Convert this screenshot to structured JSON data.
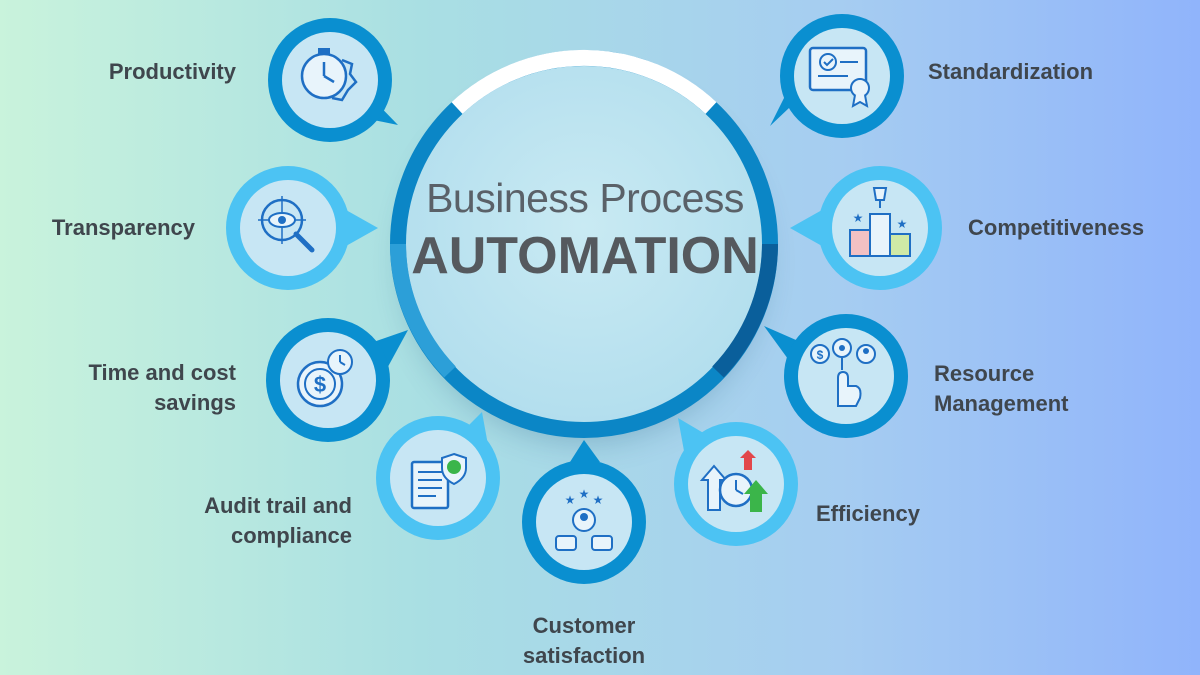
{
  "hub": {
    "title": "Business Process",
    "subtitle": "AUTOMATION"
  },
  "benefits": [
    {
      "label": "Productivity",
      "icon": "clock-gear-icon"
    },
    {
      "label": "Transparency",
      "icon": "eye-magnifier-icon"
    },
    {
      "label": "Time and cost savings",
      "line1": "Time and cost",
      "line2": "savings",
      "icon": "dollar-clock-icon"
    },
    {
      "label": "Audit trail and compliance",
      "line1": "Audit trail and",
      "line2": "compliance",
      "icon": "document-shield-icon"
    },
    {
      "label": "Customer satisfaction",
      "line1": "Customer",
      "line2": "satisfaction",
      "icon": "thumbs-up-customer-icon"
    },
    {
      "label": "Efficiency",
      "icon": "clock-growth-arrows-icon"
    },
    {
      "label": "Resource Management",
      "line1": "Resource",
      "line2": "Management",
      "icon": "hand-resources-icon"
    },
    {
      "label": "Competitiveness",
      "icon": "trophy-podium-icon"
    },
    {
      "label": "Standardization",
      "icon": "certificate-icon"
    }
  ],
  "colors": {
    "dark_blue": "#0a8fd0",
    "light_blue": "#4cc3f3",
    "icon_blue": "#1f6fc4",
    "text": "#3f464d"
  }
}
